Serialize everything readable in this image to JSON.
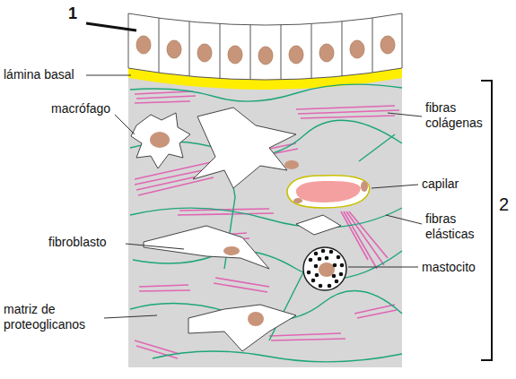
{
  "diagram": {
    "labels": [
      "1",
      "lámina basal",
      "fibras colágenas",
      "macrófago",
      "capilar",
      "2",
      "fibras elásticas",
      "fibroblasto",
      "mastocito",
      "matriz de proteoglicanos"
    ]
  }
}
